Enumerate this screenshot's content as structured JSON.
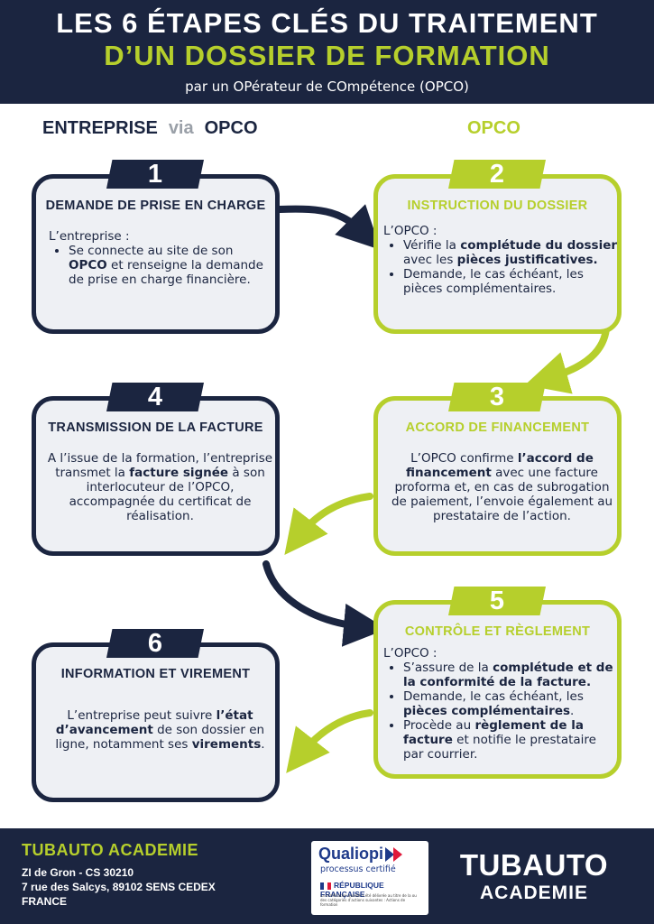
{
  "header": {
    "title_line1": "LES 6 ÉTAPES CLÉS DU TRAITEMENT",
    "title_line2": "D’UN DOSSIER DE FORMATION",
    "subtitle": "par un OPérateur de COmpétence (OPCO)"
  },
  "columns": {
    "left_a": "ENTREPRISE",
    "left_via": "via",
    "left_b": "OPCO",
    "right": "OPCO"
  },
  "steps": [
    {
      "number": "1",
      "title": "DEMANDE DE PRISE EN CHARGE",
      "intro": "L’entreprise :",
      "bullet1_a": "Se connecte au site de son ",
      "bullet1_b": "OPCO",
      "bullet1_c": " et renseigne la demande de prise en charge financière."
    },
    {
      "number": "2",
      "title": "INSTRUCTION DU DOSSIER",
      "intro": "L’OPCO :",
      "bullet1_a": "Vérifie la ",
      "bullet1_b": "complétude du dossier",
      "bullet1_c": " avec les ",
      "bullet1_d": "pièces justificatives.",
      "bullet2": "Demande, le cas échéant, les pièces complémentaires."
    },
    {
      "number": "3",
      "title": "ACCORD DE FINANCEMENT",
      "text_a": "L’OPCO confirme ",
      "text_b": "l’accord de financement",
      "text_c": " avec une facture proforma et, en cas de subrogation de paiement, l’envoie également au prestataire de l’action."
    },
    {
      "number": "4",
      "title": "TRANSMISSION DE LA FACTURE",
      "text_a": "A l’issue de la formation, l’entreprise transmet la ",
      "text_b": "facture signée",
      "text_c": " à son interlocuteur de l’OPCO, accompagnée du certificat de réalisation."
    },
    {
      "number": "5",
      "title": "CONTRÔLE ET RÈGLEMENT",
      "intro": "L’OPCO :",
      "bullet1_a": "S’assure de la ",
      "bullet1_b": "complétude et de la conformité de la facture.",
      "bullet2_a": "Demande, le cas échéant, les ",
      "bullet2_b": "pièces complémentaires",
      "bullet2_c": ".",
      "bullet3_a": "Procède au ",
      "bullet3_b": "règlement de la facture",
      "bullet3_c": " et notifie le prestataire par courrier."
    },
    {
      "number": "6",
      "title": "INFORMATION ET VIREMENT",
      "text_a": "L’entreprise peut suivre ",
      "text_b": "l’état d’avancement",
      "text_c": " de son dossier en ligne, notamment ses ",
      "text_d": "virements",
      "text_e": "."
    }
  ],
  "footer": {
    "name": "TUBAUTO ACADEMIE",
    "address1": "ZI de Gron - CS 30210",
    "address2": "7 rue des Salcys, 89102 SENS CEDEX",
    "address3": "FRANCE",
    "qualiopi_logo": "Qualiopi",
    "qualiopi_sub": "processus certifié",
    "qualiopi_rep": "RÉPUBLIQUE FRANÇAISE",
    "qualiopi_small": "La certification qualité a été délivrée au titre de la ou des catégories d’actions suivantes : Actions de formation",
    "brand_big": "TUBAUTO",
    "brand_small": "ACADEMIE"
  },
  "colors": {
    "navy": "#1b2540",
    "lime": "#b6cf2c",
    "card_bg": "#eef0f4"
  }
}
